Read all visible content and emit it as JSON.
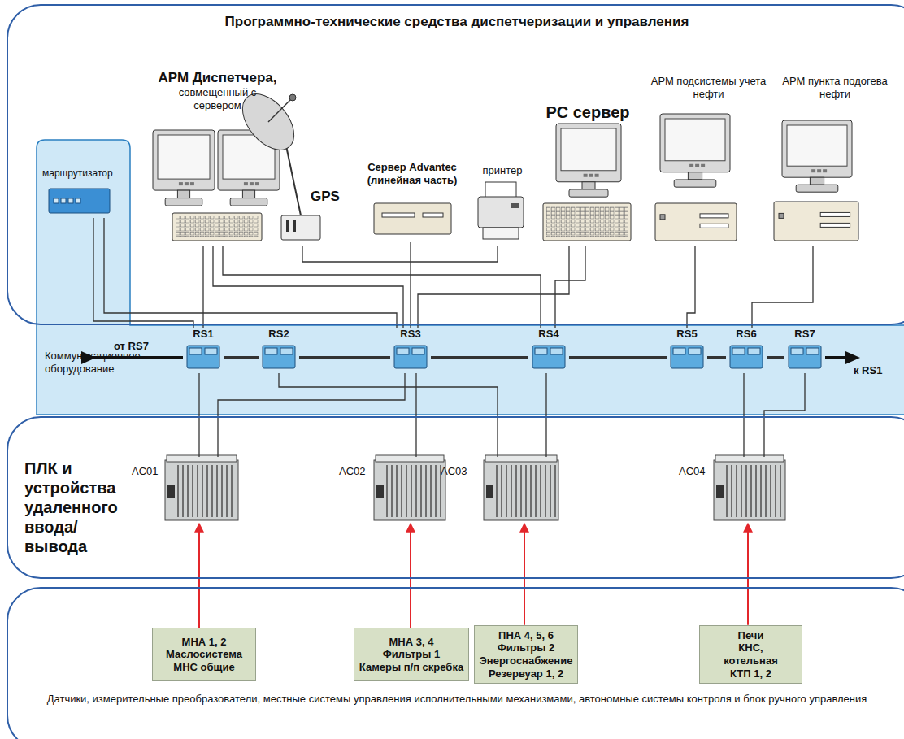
{
  "diagram": {
    "nodes": [
      {
        "text": [
          "Программно-технические средства диспетчеризации и управления"
        ]
      },
      {
        "text": [
          "АРМ Диспетчера,",
          "совмещенный с сервером"
        ],
        "in": 0
      },
      {
        "text": [
          "GPS"
        ],
        "in": 0
      },
      {
        "text": [
          "Сервер Advantec (линейная часть)"
        ],
        "in": 0
      },
      {
        "text": [
          "принтер"
        ],
        "in": 0
      },
      {
        "text": [
          "PC сервер"
        ],
        "in": 0
      },
      {
        "text": [
          "АРМ подсистемы учета нефти"
        ],
        "in": 0
      },
      {
        "text": [
          "АРМ пункта подогева нефти"
        ],
        "in": 0
      },
      {
        "text": [
          "ПЛК и устройства удаленного ввода/вывода"
        ]
      },
      {
        "text": [
          "AC01"
        ],
        "in": 8
      },
      {
        "text": [
          "AC02"
        ],
        "in": 8
      },
      {
        "text": [
          "AC03"
        ],
        "in": 8
      },
      {
        "text": [
          "AC04"
        ],
        "in": 8
      },
      {
        "text": [
          "Датчики, измерительные преобразователи, местные системы управления исполнительными механизмами, автономные системы контроля и блок ручного управления"
        ]
      },
      {
        "text": [
          "МНА 1, 2",
          "Маслосистема",
          "МНС общие"
        ],
        "in": 13
      },
      {
        "text": [
          "МНА 3, 4",
          "Фильтры 1",
          "Камеры п/п скребка"
        ],
        "in": 13
      },
      {
        "text": [
          "ПНА 4, 5, 6",
          "Фильтры 2",
          "Энергоснабжение",
          "Резервуар 1, 2"
        ],
        "in": 13
      },
      {
        "text": [
          "Печи",
          "КНС,",
          "котельная",
          "КТП 1, 2"
        ],
        "in": 13
      },
      {
        "text": [
          "Коммуникационное оборудование"
        ]
      },
      {
        "text": [
          "маршрутизатор"
        ],
        "in": 18
      },
      {
        "text": [
          "RS1"
        ],
        "in": 18
      },
      {
        "text": [
          "RS2"
        ],
        "in": 18
      },
      {
        "text": [
          "RS3"
        ],
        "in": 18
      },
      {
        "text": [
          "RS4"
        ],
        "in": 18
      },
      {
        "text": [
          "RS5"
        ],
        "in": 18
      },
      {
        "text": [
          "RS6"
        ],
        "in": 18
      },
      {
        "text": [
          "RS7"
        ],
        "in": 18
      }
    ],
    "edges": [
      {
        "from": 19,
        "to": 20,
        "arrow": "none"
      },
      {
        "from": 19,
        "to": 22,
        "arrow": "none"
      },
      {
        "from": 1,
        "to": 20,
        "arrow": "none"
      },
      {
        "from": 1,
        "to": 22,
        "arrow": "none"
      },
      {
        "from": 1,
        "to": 23,
        "arrow": "none"
      },
      {
        "from": 2,
        "to": 4,
        "arrow": "none"
      },
      {
        "from": 3,
        "to": 22,
        "arrow": "none"
      },
      {
        "from": 5,
        "to": 22,
        "arrow": "none"
      },
      {
        "from": 5,
        "to": 23,
        "arrow": "none"
      },
      {
        "from": 6,
        "to": 24,
        "arrow": "none"
      },
      {
        "from": 7,
        "to": 25,
        "arrow": "none"
      },
      {
        "from": 20,
        "to": 21,
        "arrow": "none"
      },
      {
        "from": 21,
        "to": 22,
        "arrow": "none"
      },
      {
        "from": 22,
        "to": 23,
        "arrow": "none"
      },
      {
        "from": 23,
        "to": 24,
        "arrow": "none"
      },
      {
        "from": 24,
        "to": 25,
        "arrow": "none"
      },
      {
        "from": 25,
        "to": 26,
        "arrow": "none"
      },
      {
        "from": 20,
        "to": 9,
        "arrow": "none"
      },
      {
        "from": 22,
        "to": 9,
        "arrow": "none"
      },
      {
        "from": 22,
        "to": 10,
        "arrow": "none"
      },
      {
        "from": 21,
        "to": 11,
        "arrow": "none"
      },
      {
        "from": 23,
        "to": 11,
        "arrow": "none"
      },
      {
        "from": 25,
        "to": 12,
        "arrow": "none"
      },
      {
        "from": 26,
        "to": 12,
        "arrow": "none"
      },
      {
        "from": 14,
        "to": 9,
        "arrow": "to"
      },
      {
        "from": 15,
        "to": 10,
        "arrow": "to"
      },
      {
        "from": 16,
        "to": 11,
        "arrow": "to"
      },
      {
        "from": 17,
        "to": 12,
        "arrow": "to"
      }
    ],
    "labels": [
      "от RS7",
      "к RS1"
    ]
  }
}
